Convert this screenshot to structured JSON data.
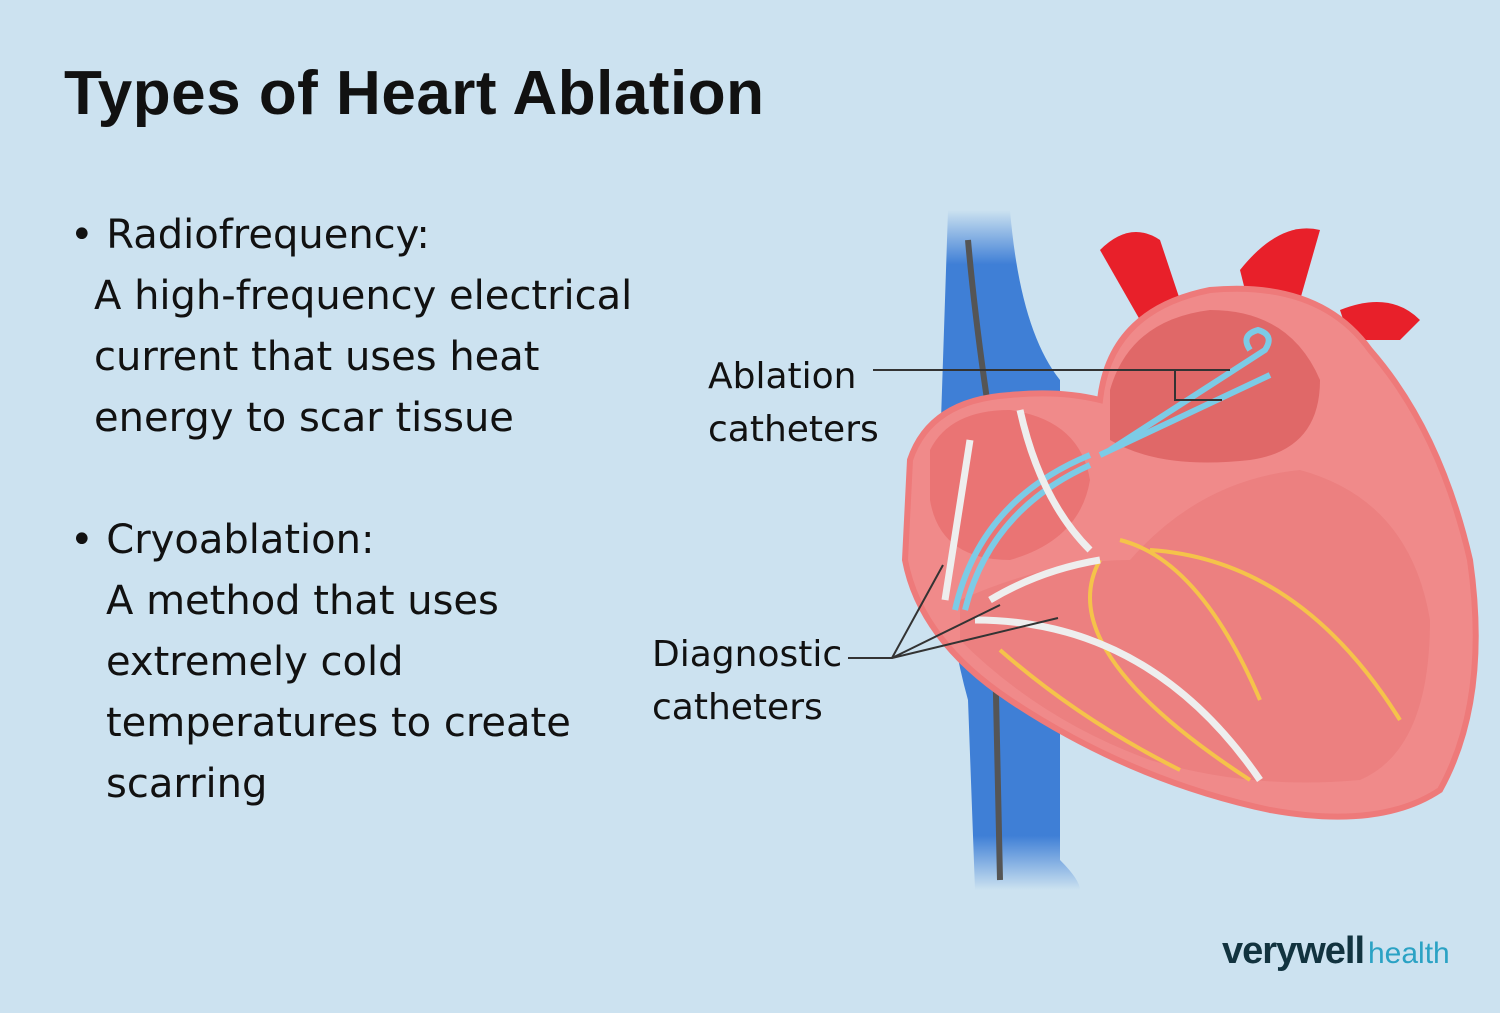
{
  "title": "Types of Heart Ablation",
  "bullets": [
    {
      "heading": "• Radiofrequency:",
      "text": "A high-frequency electrical\ncurrent that uses heat\nenergy to scar tissue"
    },
    {
      "heading": "• Cryoablation:",
      "text": "A method  that uses\nextremely cold\ntemperatures to create\nscarring"
    }
  ],
  "labels": {
    "ablation": "Ablation\ncatheters",
    "diagnostic": "Diagnostic\ncatheters"
  },
  "logo": {
    "brand": "verywell",
    "sub": "health"
  },
  "colors": {
    "background": "#cce2f0",
    "vein": "#3f7fd6",
    "heart": "#f08a8a",
    "artery": "#e8202a",
    "catheter": "#7ccbe6",
    "logo_dark": "#12333f",
    "logo_accent": "#2aa2c4"
  }
}
